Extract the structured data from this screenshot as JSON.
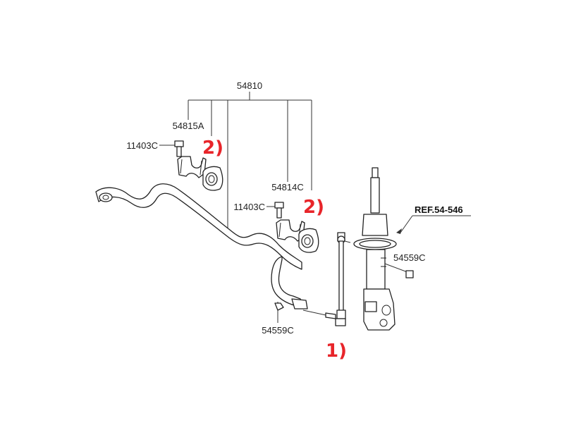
{
  "labels": {
    "main_part": "54810",
    "bushing_left": "54815A",
    "bolt_left": "11403C",
    "bushing_right": "54814C",
    "bolt_right": "11403C",
    "nut_strut": "54559C",
    "nut_link": "54559C",
    "ref": "REF.54-546"
  },
  "callouts": {
    "bushing_left": "2)",
    "bushing_right": "2)",
    "link": "1)"
  },
  "colors": {
    "callout": "#e8252a",
    "line": "#333333"
  }
}
